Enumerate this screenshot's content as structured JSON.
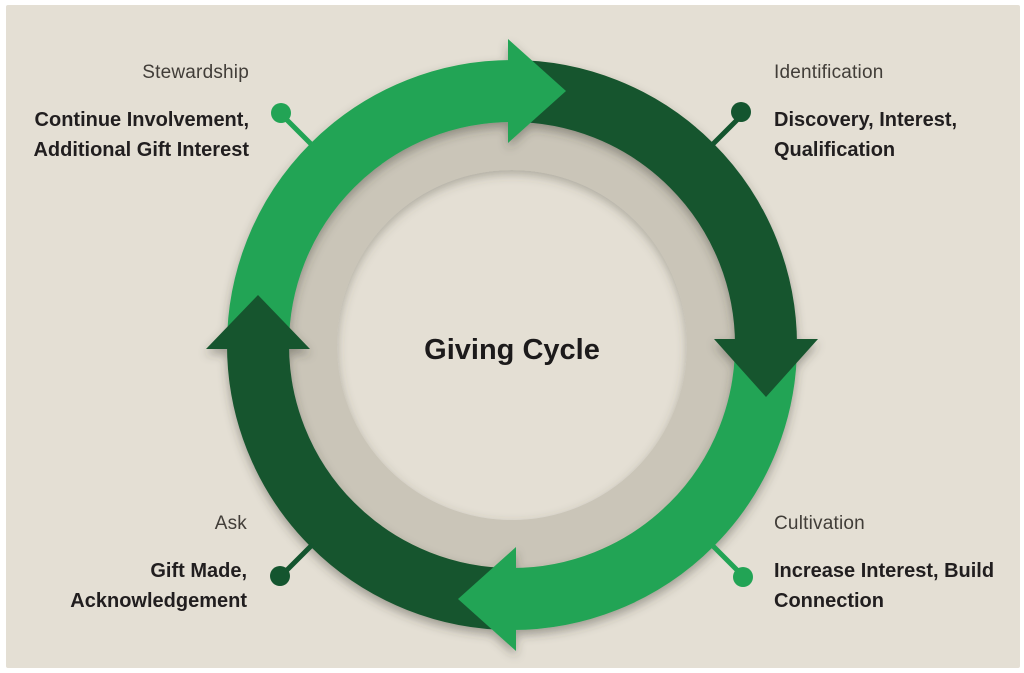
{
  "center_title": "Giving Cycle",
  "colors": {
    "bright_green": "#22a455",
    "dark_green": "#14552f",
    "ring_gray": "#cac5b8",
    "panel_background": "#e4dfd4",
    "frame_white": "#ffffff",
    "stage_name_text": "#413d38",
    "stage_desc_text": "#211e1f"
  },
  "stages": [
    {
      "name": "Stewardship",
      "description": "Continue Involvement,\nAdditional Gift Interest",
      "position": "top-left",
      "connector_color": "#22a455"
    },
    {
      "name": "Identification",
      "description": "Discovery, Interest,\nQualification",
      "position": "top-right",
      "connector_color": "#14552f"
    },
    {
      "name": "Cultivation",
      "description": "Increase Interest, Build\nConnection",
      "position": "bottom-right",
      "connector_color": "#22a455"
    },
    {
      "name": "Ask",
      "description": "Gift Made,\nAcknowledgement",
      "position": "bottom-left",
      "connector_color": "#14552f"
    }
  ],
  "cycle": {
    "direction": "clockwise",
    "segments": [
      {
        "quadrant": "top-left",
        "color": "#22a455",
        "arrow_at": "top"
      },
      {
        "quadrant": "top-right",
        "color": "#14552f",
        "arrow_at": "right"
      },
      {
        "quadrant": "bottom-right",
        "color": "#22a455",
        "arrow_at": "bottom"
      },
      {
        "quadrant": "bottom-left",
        "color": "#14552f",
        "arrow_at": "left"
      }
    ]
  }
}
